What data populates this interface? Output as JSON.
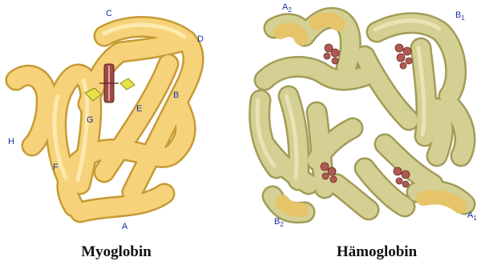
{
  "myoglobin": {
    "caption": "Myoglobin",
    "helix_labels": {
      "A": "A",
      "B": "B",
      "C": "C",
      "D": "D",
      "E": "E",
      "F": "F",
      "G": "G",
      "H": "H"
    }
  },
  "haemoglobin": {
    "caption": "Hämoglobin",
    "chain_labels": {
      "A2": {
        "letter": "A",
        "sub": "2"
      },
      "B1": {
        "letter": "B",
        "sub": "1"
      },
      "B2": {
        "letter": "B",
        "sub": "2"
      },
      "A1": {
        "letter": "A",
        "sub": "1"
      }
    }
  },
  "colors": {
    "myoglobin_fill": "#f6d37a",
    "myoglobin_stroke": "#c79a35",
    "haemoglobin_fill": "#d4cf92",
    "haemoglobin_stroke": "#a39c58",
    "heme": "#9e4a44",
    "ligand": "#e8e24a",
    "label": "#1b2fa0"
  }
}
